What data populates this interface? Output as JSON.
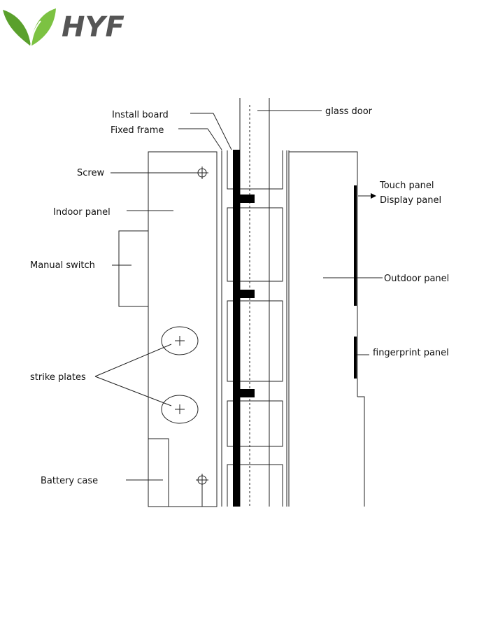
{
  "logo": {
    "text": "HYF",
    "leaf_color": "#6db33f",
    "text_color": "#555555"
  },
  "labels": {
    "install_board": "Install board",
    "fixed_frame": "Fixed frame",
    "glass_door": "glass door",
    "screw": "Screw",
    "indoor_panel": "Indoor panel",
    "manual_switch": "Manual switch",
    "strike_plates": "strike plates",
    "battery_case": "Battery case",
    "touch_panel": "Touch panel",
    "display_panel": "Display panel",
    "outdoor_panel": "Outdoor panel",
    "fingerprint_panel": "fingerprint panel"
  }
}
